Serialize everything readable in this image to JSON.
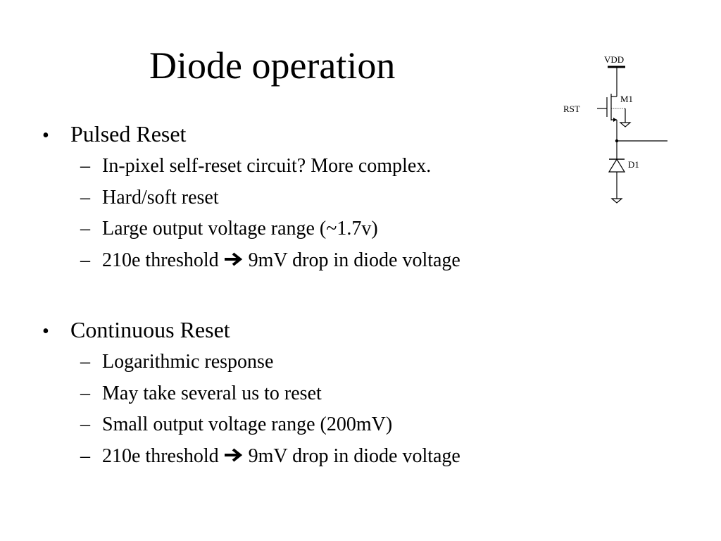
{
  "title": "Diode operation",
  "bullet_glyph": "•",
  "dash_glyph": "–",
  "arrow_icon": "arrow-right-icon",
  "sections": [
    {
      "heading": "Pulsed Reset",
      "items": [
        {
          "text": "In-pixel self-reset circuit? More complex."
        },
        {
          "text": "Hard/soft reset"
        },
        {
          "text": "Large output voltage range (~1.7v)"
        },
        {
          "before": "210e threshold",
          "after": "9mV drop in diode voltage"
        }
      ]
    },
    {
      "heading": "Continuous Reset",
      "items": [
        {
          "text": "Logarithmic response"
        },
        {
          "text": "May take several us to reset"
        },
        {
          "text": "Small output voltage range (200mV)"
        },
        {
          "before": "210e threshold",
          "after": "9mV drop in diode voltage"
        }
      ]
    }
  ],
  "schematic": {
    "vdd_label": "VDD",
    "rst_label": "RST",
    "m1_label": "M1",
    "d1_label": "D1"
  }
}
